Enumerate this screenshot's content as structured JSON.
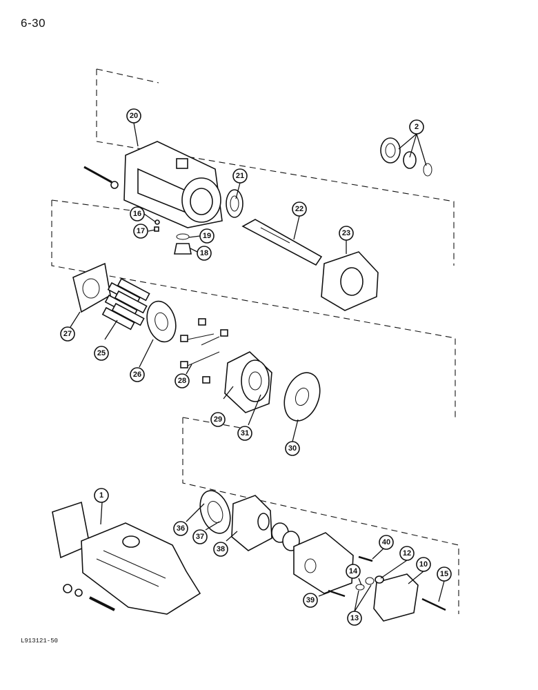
{
  "page_number": "6-30",
  "figure_code": "L913121-50",
  "callouts": [
    "1",
    "2",
    "10",
    "12",
    "13",
    "14",
    "15",
    "16",
    "17",
    "18",
    "19",
    "20",
    "21",
    "22",
    "23",
    "25",
    "26",
    "27",
    "28",
    "29",
    "30",
    "31",
    "36",
    "37",
    "38",
    "39",
    "40"
  ]
}
